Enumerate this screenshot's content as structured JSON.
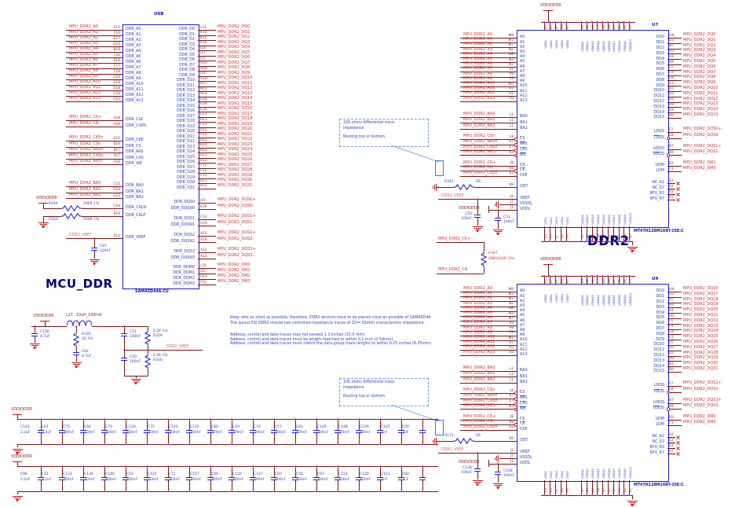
{
  "titles": {
    "mcu_block": "MCU_DDR",
    "ddr_block": "DDR2"
  },
  "nets": {
    "power": "VDDIODDR",
    "vref": "DDR2_VREF"
  },
  "notes": {
    "lines": [
      "Keep nets as short as possible, therefore, DDR2 devices have to be placed  close  as possible of SAMA5D44",
      "The layout ESI DDR2  should use controlled impedance traces of ZO= 50ohm characteristic impedance.",
      "Address, control and data traces may not exceed 1.3 inches (33.0 mm).",
      "Address, control and data traces must be length-matched to within 0.1 inch (2.54mm).",
      "Address, control and data traces must match the data group trace lengths to within 0.25 inches (6.35mm)."
    ]
  },
  "callout": {
    "lines": [
      "100 ohms differential trace",
      "impedance",
      "Routing top or bottom"
    ]
  },
  "mcu": {
    "ref": "U6B",
    "part": "SAMA5D44A-CU",
    "addr": {
      "signals": [
        "MPU_DDR2_A0",
        "MPU_DDR2_A1",
        "MPU_DDR2_A2",
        "MPU_DDR2_A3",
        "MPU_DDR2_A4",
        "MPU_DDR2_A5",
        "MPU_DDR2_A6",
        "MPU_DDR2_A7",
        "MPU_DDR2_A8",
        "MPU_DDR2_A9",
        "MPU_DDR2_A10",
        "MPU_DDR2_A11",
        "MPU_DDR2_A12",
        "MPU_DDR2_A13"
      ],
      "pins": [
        "E15",
        "F16",
        "E17",
        "G15",
        "B18",
        "C16",
        "E16",
        "F17",
        "F18",
        "D19",
        "E18",
        "D18",
        "C18",
        "D16"
      ],
      "names": [
        "DDR_A0",
        "DDR_A1",
        "DDR_A2",
        "DDR_A3",
        "DDR_A4",
        "DDR_A5",
        "DDR_A6",
        "DDR_A7",
        "DDR_A8",
        "DDR_A9",
        "DDR_A10",
        "DDR_A11",
        "DDR_A12",
        "DDR_A13"
      ]
    },
    "clk": {
      "signals": [
        "MPU_DDR2_CK+",
        "MPU_DDR2_CK-"
      ],
      "pins": [
        "A18",
        "A19"
      ],
      "names": [
        "DDR_CLK",
        "DDR_CLKN"
      ]
    },
    "ctrl": {
      "signals": [
        "MPU_DDR2_CKEn",
        "MPU_DDR2_CSn",
        "MPU_DDR2_RASn",
        "MPU_DDR2_CASn",
        "MPU_DDR2_WEn"
      ],
      "pins": [
        "D15",
        "B16",
        "B17",
        "A17",
        "A16"
      ],
      "names": [
        "DDR_CKE",
        "DDR_CS",
        "DDR_RAS",
        "DDR_CAS",
        "DDR_WE"
      ]
    },
    "ba": {
      "signals": [
        "MPU_DDR2_BA0",
        "MPU_DDR2_BA1",
        "MPU_DDR2_BA2"
      ],
      "pins": [
        "C15",
        "D14",
        "G13"
      ],
      "names": [
        "DDR_BA0",
        "DDR_BA1",
        "DDR_BA2"
      ]
    },
    "cal": {
      "rows": [
        {
          "res_ref": "R244",
          "res_val": "200R 1%",
          "pin": "C19",
          "name": "DDR_CALN"
        },
        {
          "res_ref": "R243",
          "res_val": "200R 1%",
          "pin": "B19",
          "name": "DDR_CALP"
        }
      ]
    },
    "vref": {
      "pin": "K12",
      "name": "DDR_VREF",
      "cap_ref": "C97",
      "cap_val": "100nF"
    },
    "dq": {
      "pins": [
        "L14",
        "K16",
        "K15",
        "K14",
        "J18",
        "J17",
        "J15",
        "H19",
        "H18",
        "J14",
        "G18",
        "H17",
        "H15",
        "H14",
        "G16",
        "E19",
        "E14",
        "E13",
        "H13",
        "F13",
        "B15",
        "A14",
        "D12",
        "B14",
        "B13",
        "G12",
        "B12",
        "C12",
        "F11",
        "C11",
        "D11",
        "B11"
      ],
      "signals": [
        "MPU_DDR2_DQ0",
        "MPU_DDR2_DQ1",
        "MPU_DDR2_DQ2",
        "MPU_DDR2_DQ3",
        "MPU_DDR2_DQ4",
        "MPU_DDR2_DQ5",
        "MPU_DDR2_DQ6",
        "MPU_DDR2_DQ7",
        "MPU_DDR2_DQ8",
        "MPU_DDR2_DQ9",
        "MPU_DDR2_DQ10",
        "MPU_DDR2_DQ11",
        "MPU_DDR2_DQ12",
        "MPU_DDR2_DQ13",
        "MPU_DDR2_DQ14",
        "MPU_DDR2_DQ15",
        "MPU_DDR2_DQ16",
        "MPU_DDR2_DQ17",
        "MPU_DDR2_DQ18",
        "MPU_DDR2_DQ19",
        "MPU_DDR2_DQ20",
        "MPU_DDR2_DQ21",
        "MPU_DDR2_DQ22",
        "MPU_DDR2_DQ23",
        "MPU_DDR2_DQ24",
        "MPU_DDR2_DQ25",
        "MPU_DDR2_DQ26",
        "MPU_DDR2_DQ27",
        "MPU_DDR2_DQ28",
        "MPU_DDR2_DQ29",
        "MPU_DDR2_DQ30",
        "MPU_DDR2_DQ31"
      ],
      "names": [
        "DDR_D0",
        "DDR_D1",
        "DDR_D2",
        "DDR_D3",
        "DDR_D4",
        "DDR_D5",
        "DDR_D6",
        "DDR_D7",
        "DDR_D8",
        "DDR_D9",
        "DDR_D10",
        "DDR_D11",
        "DDR_D12",
        "DDR_D13",
        "DDR_D14",
        "DDR_D15",
        "DDR_D16",
        "DDR_D17",
        "DDR_D18",
        "DDR_D19",
        "DDR_D20",
        "DDR_D21",
        "DDR_D22",
        "DDR_D23",
        "DDR_D24",
        "DDR_D25",
        "DDR_D26",
        "DDR_D27",
        "DDR_D28",
        "DDR_D29",
        "DDR_D30",
        "DDR_D31"
      ]
    },
    "dqs": {
      "pins": [
        "J19",
        "K19",
        "F19",
        "G19",
        "A15",
        "A16",
        "A12",
        "A13"
      ],
      "signals": [
        "MPU_DDR2_DQS0+",
        "MPU_DDR2_DQS0-",
        "MPU_DDR2_DQS1+",
        "MPU_DDR2_DQS1-",
        "MPU_DDR2_DQS2+",
        "MPU_DDR2_DQS2-",
        "MPU_DDR2_DQS3+",
        "MPU_DDR2_DQS3-"
      ],
      "names": [
        "DDR_DQS0",
        "DDR_DQSN0",
        "DDR_DQS1",
        "DDR_DQSN1",
        "DDR_DQS2",
        "DDR_DQSN2",
        "DDR_DQS3",
        "DDR_DQSN3"
      ]
    },
    "dqm": {
      "pins": [
        "L16",
        "J16",
        "D13",
        "F12"
      ],
      "signals": [
        "MPU_DDR2_DM0",
        "MPU_DDR2_DM1",
        "MPU_DDR2_DM2",
        "MPU_DDR2_DM3"
      ],
      "names": [
        "DDR_DQM0",
        "DDR_DQM1",
        "DDR_DQM2",
        "DDR_DQM3"
      ]
    }
  },
  "ddr_common": {
    "part": "MT47H128M16RT-25E:C",
    "addr_signals": [
      "MPU_DDR2_A0",
      "MPU_DDR2_A1",
      "MPU_DDR2_A2",
      "MPU_DDR2_A3",
      "MPU_DDR2_A4",
      "MPU_DDR2_A5",
      "MPU_DDR2_A6",
      "MPU_DDR2_A7",
      "MPU_DDR2_A8",
      "MPU_DDR2_A9",
      "MPU_DDR2_A10",
      "MPU_DDR2_A11",
      "MPU_DDR2_A12",
      "MPU_DDR2_A13"
    ],
    "addr_pins": [
      "M8",
      "M3",
      "M7",
      "N2",
      "N8",
      "N3",
      "N7",
      "P2",
      "P8",
      "P3",
      "M2",
      "P7",
      "R2",
      "R8"
    ],
    "addr_names": [
      "A0",
      "A1",
      "A2",
      "A3",
      "A4",
      "A5",
      "A6",
      "A7",
      "A8",
      "A9",
      "A10",
      "A11",
      "A12",
      "A13"
    ],
    "ba": {
      "signals": [
        "MPU_DDR2_BA0",
        "MPU_DDR2_BA1",
        "MPU_DDR2_BA2"
      ],
      "pins": [
        "L2",
        "L3",
        "L1"
      ],
      "names": [
        "BA0",
        "BA1",
        "BA2"
      ]
    },
    "ctrl": {
      "signals": [
        "MPU_DDR2_CSn",
        "MPU_DDR2_RASn",
        "MPU_DDR2_CASn",
        "MPU_DDR2_WEn"
      ],
      "pins": [
        "L8",
        "K7",
        "L7",
        "K3"
      ],
      "names": [
        "CS",
        "RAS",
        "CAS",
        "WE"
      ]
    },
    "clk": {
      "signals": [
        "MPU_DDR2_CK+",
        "MPU_DDR2_CK-",
        "MPU_DDR2_CKEn"
      ],
      "pins": [
        "J8",
        "K8",
        "K2"
      ],
      "names": [
        "CK",
        "CK",
        "CKE"
      ]
    },
    "odt": {
      "pin": "K9",
      "name": "ODT",
      "res_val": "0R"
    },
    "vref": {
      "pin": "J2",
      "name": "VREF"
    },
    "vssdl": {
      "pin": "J7",
      "name": "VSSDL"
    },
    "vddl": {
      "pin": "J1",
      "name": "VDDL"
    },
    "dq_pins": [
      "G8",
      "G2",
      "H7",
      "H3",
      "H1",
      "H9",
      "F1",
      "F9",
      "C8",
      "C2",
      "D7",
      "D3",
      "D1",
      "D9",
      "B1",
      "B9"
    ],
    "dq_names": [
      "DQ0",
      "DQ1",
      "DQ2",
      "DQ3",
      "DQ4",
      "DQ5",
      "DQ6",
      "DQ7",
      "DQ8",
      "DQ9",
      "DQ10",
      "DQ11",
      "DQ12",
      "DQ13",
      "DQ14",
      "DQ15"
    ],
    "dqs_pins": [
      "F7",
      "E8",
      "B7",
      "A8"
    ],
    "dqs_names": [
      "LDQS",
      "LDQS",
      "UDQS",
      "UDQS"
    ],
    "dm_pins": [
      "B3",
      "F3"
    ],
    "dm_names": [
      "UDM",
      "LDM"
    ],
    "nc": {
      "names": [
        "NC_A2",
        "NC_E2",
        "RFU_R3",
        "RFU_R7"
      ],
      "pins": [
        "A2",
        "E2",
        "R3",
        "R7"
      ]
    },
    "vdd_names": [
      "VDD1",
      "VDD2",
      "VDD3",
      "VDD4",
      "VDD5"
    ],
    "vdd_pins": [
      "A1",
      "E1",
      "J9",
      "M9",
      "R1"
    ],
    "vddq_names": [
      "VDDQ1",
      "VDDQ2",
      "VDDQ3",
      "VDDQ4",
      "VDDQ5",
      "VDDQ6",
      "VDDQ7",
      "VDDQ8",
      "VDDQ9",
      "VDDQ10"
    ],
    "vddq_pins": [
      "A9",
      "B2",
      "C1",
      "C7",
      "D3",
      "D9",
      "E7",
      "F2",
      "F8",
      "G1"
    ],
    "vss_names": [
      "VSS1",
      "VSS2",
      "VSS3",
      "VSS4",
      "VSS5"
    ],
    "vss_pins": [
      "A3",
      "E3",
      "J3",
      "M1",
      "P9"
    ],
    "vssq_names": [
      "VSSQ1",
      "VSSQ2",
      "VSSQ3",
      "VSSQ4",
      "VSSQ5",
      "VSSQ6",
      "VSSQ7",
      "VSSQ8",
      "VSSQ9",
      "VSSQ10"
    ],
    "vssq_pins": [
      "A7",
      "B8",
      "D2",
      "D8",
      "E1",
      "E7",
      "F2",
      "F8",
      "H2",
      "B2"
    ]
  },
  "ddr_chips": [
    {
      "ref": "U7",
      "odt_res": "R341",
      "vref_cap": [
        "C54",
        "100nF"
      ],
      "vddl_cap": [
        "C53",
        "100nF"
      ],
      "dq_signals": [
        "MPU_DDR2_DQ0",
        "MPU_DDR2_DQ1",
        "MPU_DDR2_DQ2",
        "MPU_DDR2_DQ3",
        "MPU_DDR2_DQ4",
        "MPU_DDR2_DQ5",
        "MPU_DDR2_DQ6",
        "MPU_DDR2_DQ7",
        "MPU_DDR2_DQ8",
        "MPU_DDR2_DQ9",
        "MPU_DDR2_DQ10",
        "MPU_DDR2_DQ11",
        "MPU_DDR2_DQ12",
        "MPU_DDR2_DQ13",
        "MPU_DDR2_DQ14",
        "MPU_DDR2_DQ15"
      ],
      "dqs_signals": [
        "MPU_DDR2_DQS0+",
        "MPU_DDR2_DQS0-",
        "MPU_DDR2_DQS1+",
        "MPU_DDR2_DQS1-"
      ],
      "dm_signals": [
        "MPU_DDR2_DM1",
        "MPU_DDR2_DM0"
      ]
    },
    {
      "ref": "U4",
      "odt_res": "R171",
      "vref_cap": [
        "C136",
        "100nF"
      ],
      "vddl_cap": [
        "C158",
        "100nF"
      ],
      "dq_signals": [
        "MPU_DDR2_DQ16",
        "MPU_DDR2_DQ17",
        "MPU_DDR2_DQ18",
        "MPU_DDR2_DQ19",
        "MPU_DDR2_DQ20",
        "MPU_DDR2_DQ21",
        "MPU_DDR2_DQ22",
        "MPU_DDR2_DQ23",
        "MPU_DDR2_DQ24",
        "MPU_DDR2_DQ25",
        "MPU_DDR2_DQ26",
        "MPU_DDR2_DQ27",
        "MPU_DDR2_DQ28",
        "MPU_DDR2_DQ29",
        "MPU_DDR2_DQ30",
        "MPU_DDR2_DQ31"
      ],
      "dqs_signals": [
        "MPU_DDR2_DQS2+",
        "MPU_DDR2_DQS2-",
        "MPU_DDR2_DQS3+",
        "MPU_DDR2_DQS3-"
      ],
      "dm_signals": [
        "MPU_DDR2_DM3",
        "MPU_DDR2_DM2"
      ]
    }
  ],
  "clk_term": {
    "top": "MPU_DDR2_CK+",
    "bottom": "MPU_DDR2_CK-",
    "ref": "R347",
    "val": "DNP(100R 1%)"
  },
  "vref_gen": {
    "l17": [
      "L17",
      "10uH_150mA"
    ],
    "c156": [
      "C156",
      "4.7uF"
    ],
    "r331": [
      "R331",
      "1R 1%"
    ],
    "c62": [
      "C62",
      "4.7uF"
    ],
    "c51": [
      "C51",
      "100nF"
    ],
    "r329": [
      "2.2K 1%",
      "R329"
    ],
    "c50": [
      "C50",
      "100nF"
    ],
    "r330": [
      "2.2K 1%",
      "R330"
    ]
  },
  "cap_banks": [
    {
      "caps": [
        [
          "C143",
          "2.2uF"
        ],
        [
          "C61",
          "2.2uF"
        ],
        [
          "C75",
          "100nF"
        ],
        [
          "C66",
          "100nF"
        ],
        [
          "C79",
          "100nF"
        ],
        [
          "C120",
          "100nF"
        ],
        [
          "C72",
          "100nF"
        ],
        [
          "C142",
          "100nF"
        ],
        [
          "C155",
          "100nF"
        ],
        [
          "C80",
          "100nF"
        ],
        [
          "C59",
          "100nF"
        ],
        [
          "C74",
          "100nF"
        ],
        [
          "C57",
          "100nF"
        ],
        [
          "C81",
          "100nF"
        ],
        [
          "C149",
          "100nF"
        ],
        [
          "C148",
          "100nF"
        ],
        [
          "C159",
          "100nF"
        ],
        [
          "C145",
          "1nF"
        ],
        [
          "C58",
          "1nF"
        ]
      ]
    },
    {
      "caps": [
        [
          "C86",
          "2.2uF"
        ],
        [
          "C31",
          "2.2uF"
        ],
        [
          "C133",
          "100nF"
        ],
        [
          "C134",
          "100nF"
        ],
        [
          "C146",
          "100nF"
        ],
        [
          "C52",
          "100nF"
        ],
        [
          "C125",
          "100nF"
        ],
        [
          "C71",
          "100nF"
        ],
        [
          "C157",
          "100nF"
        ],
        [
          "C69",
          "100nF"
        ],
        [
          "C150",
          "100nF"
        ],
        [
          "C127",
          "100nF"
        ],
        [
          "C83",
          "100nF"
        ],
        [
          "C56",
          "100nF"
        ],
        [
          "C67",
          "100nF"
        ],
        [
          "C154",
          "100nF"
        ],
        [
          "C129",
          "100nF"
        ],
        [
          "C151",
          "1nF"
        ],
        [
          "C60",
          "1nF"
        ]
      ]
    }
  ]
}
